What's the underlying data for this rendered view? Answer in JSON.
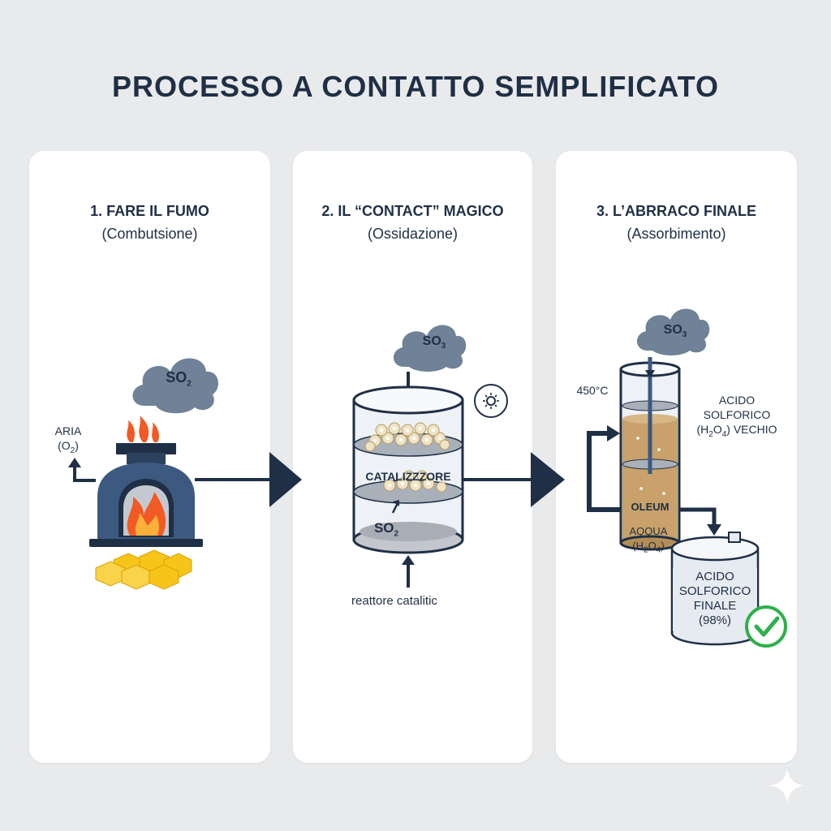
{
  "title": "PROCESSO A CONTATTO SEMPLIFICATO",
  "steps": [
    {
      "title": "1. FARE IL FUMO",
      "subtitle": "(Combutsione)"
    },
    {
      "title": "2. IL “CONTACT” MAGICO",
      "subtitle": "(Ossidazione)"
    },
    {
      "title": "3. L’ABRRACO FINALE",
      "subtitle": "(Assorbimento)"
    }
  ],
  "labels": {
    "so2_cloud": "SO",
    "so2_sub": "2",
    "aria": "ARIA",
    "o2": "(O",
    "o2_sub": "2",
    "o2_close": ")",
    "so3_cloud": "SO",
    "so3_sub": "3",
    "catalyst": "CATALIZZZORE",
    "so2_reactor": "SO",
    "so2_reactor_sub": "2",
    "reactor": "reattore catalitic",
    "so3_cloud_3": "SO",
    "so3_cloud_3_sub": "3",
    "temp": "450°C",
    "acid_old_1": "ACIDO",
    "acid_old_2": "SOLFORICO",
    "acid_old_3a": "(H",
    "acid_old_3b": "2",
    "acid_old_3c": "O",
    "acid_old_3d": "4",
    "acid_old_3e": ") VECHIO",
    "oleum": "OLEUM",
    "water_1": "AQQUA",
    "water_2a": "(H",
    "water_2b": "2",
    "water_2c": "O",
    "water_2d": "4",
    "water_2e": ")",
    "final_1": "ACIDO",
    "final_2": "SOLFORICO",
    "final_3": "FINALE",
    "final_4": "(98%)"
  },
  "colors": {
    "navy": "#1f2f45",
    "steel": "#3c5a80",
    "cloud": "#6f8297",
    "flame": "#f15a24",
    "flame_inner": "#fbb03b",
    "sulfur": "#f7c51a",
    "liquid": "#c8a26a",
    "check": "#2db14a"
  },
  "icons": [
    "cloud-icon",
    "furnace-icon",
    "flame-icon",
    "sulfur-icon",
    "arrow-icon",
    "reactor-icon",
    "sun-icon",
    "tower-icon",
    "tank-icon",
    "check-icon",
    "sparkle-icon"
  ]
}
